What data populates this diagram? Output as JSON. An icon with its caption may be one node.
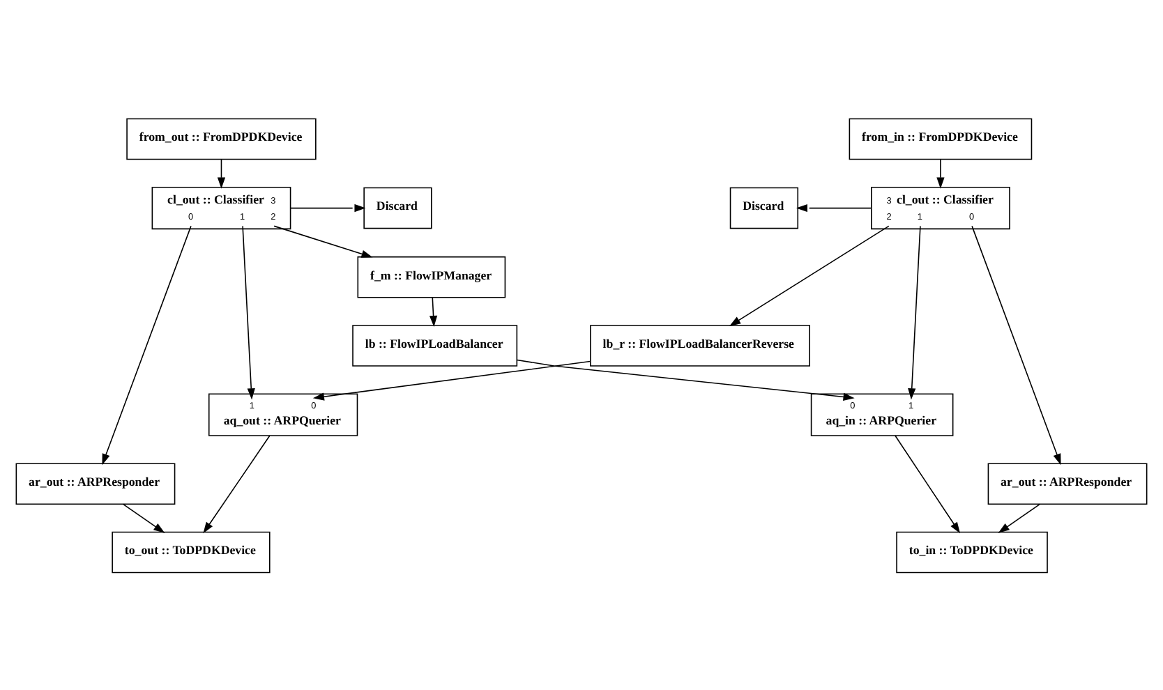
{
  "diagram": {
    "nodes": [
      {
        "text": [
          "from_out :: FromDPDKDevice"
        ]
      },
      {
        "text": [
          "cl_out :: Classifier",
          "3",
          "0",
          "1",
          "2"
        ]
      },
      {
        "text": [
          "Discard"
        ]
      },
      {
        "text": [
          "f_m :: FlowIPManager"
        ]
      },
      {
        "text": [
          "lb :: FlowIPLoadBalancer"
        ]
      },
      {
        "text": [
          "from_in :: FromDPDKDevice"
        ]
      },
      {
        "text": [
          "Discard"
        ]
      },
      {
        "text": [
          "3",
          "cl_out :: Classifier",
          "2",
          "1",
          "0"
        ]
      },
      {
        "text": [
          "lb_r :: FlowIPLoadBalancerReverse"
        ]
      },
      {
        "text": [
          "1",
          "0",
          "aq_out :: ARPQuerier"
        ]
      },
      {
        "text": [
          "0",
          "1",
          "aq_in :: ARPQuerier"
        ]
      },
      {
        "text": [
          "ar_out :: ARPResponder"
        ]
      },
      {
        "text": [
          "ar_out :: ARPResponder"
        ]
      },
      {
        "text": [
          "to_out :: ToDPDKDevice"
        ]
      },
      {
        "text": [
          "to_in :: ToDPDKDevice"
        ]
      }
    ],
    "edges": [
      {
        "from": 0,
        "to": 1,
        "arrow": "to"
      },
      {
        "from": 1,
        "to": 2,
        "arrow": "to"
      },
      {
        "from": 1,
        "to": 3,
        "arrow": "to"
      },
      {
        "from": 3,
        "to": 4,
        "arrow": "to"
      },
      {
        "from": 1,
        "to": 9,
        "arrow": "to"
      },
      {
        "from": 1,
        "to": 11,
        "arrow": "to"
      },
      {
        "from": 4,
        "to": 10,
        "arrow": "to"
      },
      {
        "from": 5,
        "to": 7,
        "arrow": "to"
      },
      {
        "from": 7,
        "to": 6,
        "arrow": "to"
      },
      {
        "from": 7,
        "to": 8,
        "arrow": "to"
      },
      {
        "from": 7,
        "to": 10,
        "arrow": "to"
      },
      {
        "from": 7,
        "to": 12,
        "arrow": "to"
      },
      {
        "from": 8,
        "to": 9,
        "arrow": "to"
      },
      {
        "from": 9,
        "to": 13,
        "arrow": "to"
      },
      {
        "from": 11,
        "to": 13,
        "arrow": "to"
      },
      {
        "from": 10,
        "to": 14,
        "arrow": "to"
      },
      {
        "from": 12,
        "to": 14,
        "arrow": "to"
      }
    ]
  }
}
